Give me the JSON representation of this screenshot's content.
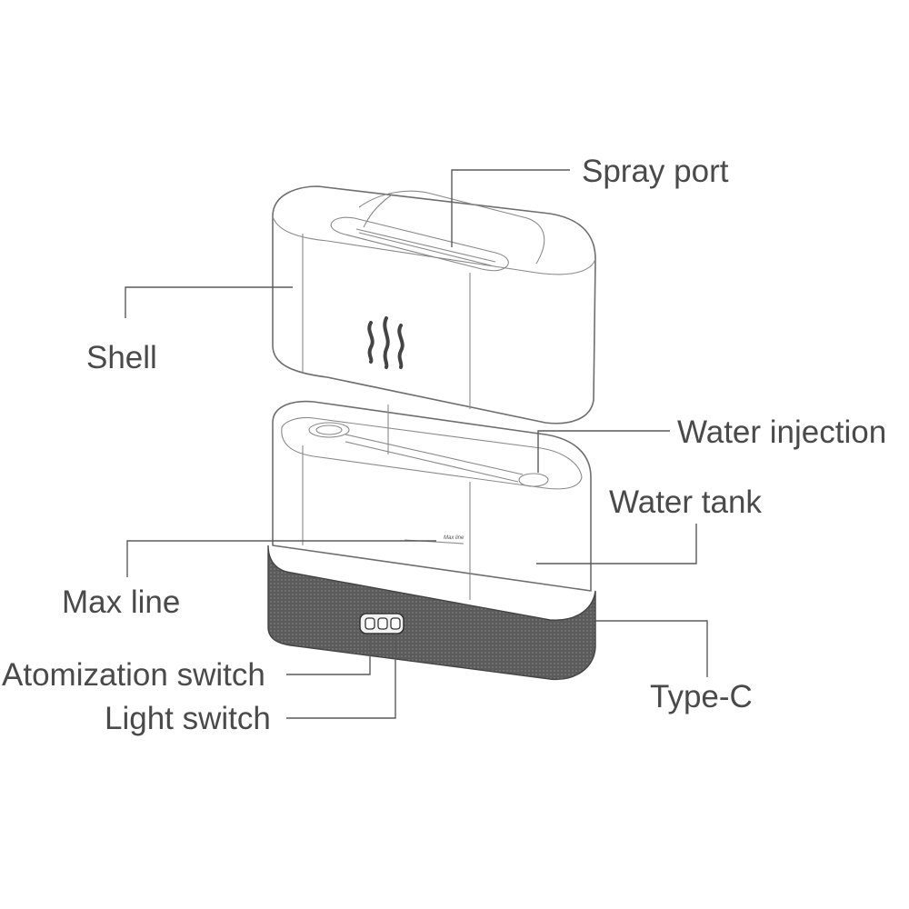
{
  "labels": {
    "spray_port": "Spray port",
    "shell": "Shell",
    "water_injection": "Water injection",
    "water_tank": "Water tank",
    "max_line": "Max line",
    "max_line_mark": "Max line",
    "atomization_switch": "Atomization switch",
    "light_switch": "Light switch",
    "type_c": "Type-C"
  },
  "colors": {
    "line": "#6e6e6e",
    "text": "#4a4a4a",
    "base": "#5b5b5b",
    "background": "#ffffff"
  }
}
